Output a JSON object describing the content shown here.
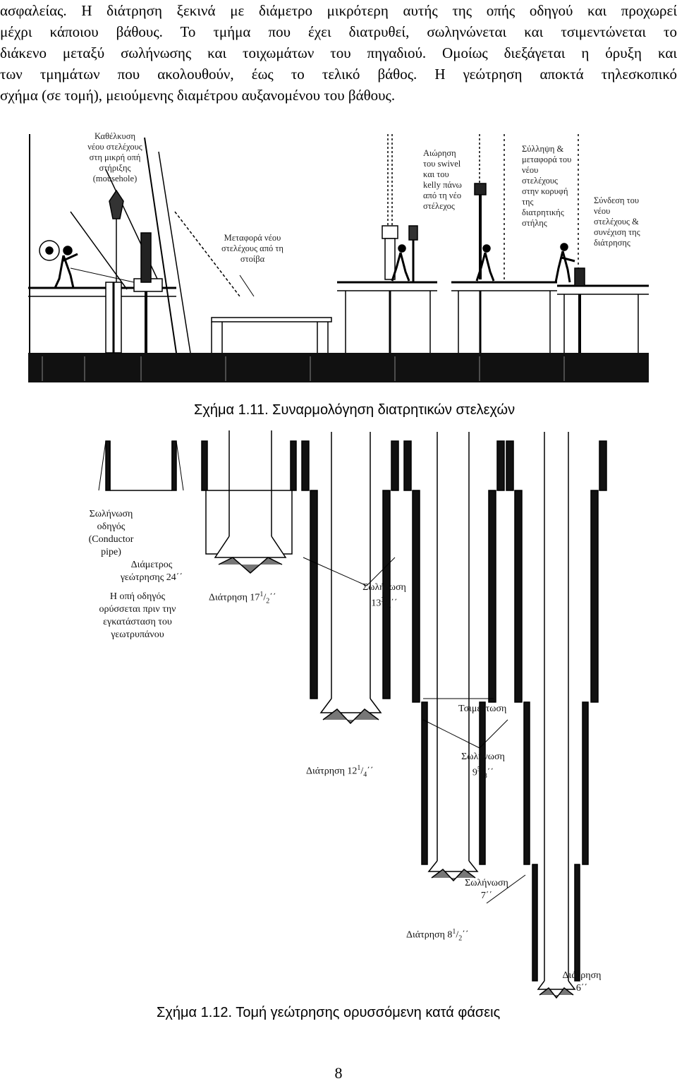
{
  "paragraph": [
    "ασφαλείας. Η διάτρηση ξεκινά με διάμετρο μικρότερη αυτής της οπής οδηγού και προχωρεί",
    "μέχρι κάποιου βάθους. Το τμήμα που έχει διατρυθεί, σωληνώνεται και τσιμεντώνεται το",
    "διάκενο μεταξύ σωλήνωσης και τοιχωμάτων του πηγαδιού. Ομοίως διεξάγεται η όρυξη και",
    "των τμημάτων που ακολουθούν, έως το τελικό βάθος. Η γεώτρηση αποκτά τηλεσκοπικό",
    "σχήμα (σε τομή), μειούμενης διαμέτρου αυξανομένου του βάθους."
  ],
  "figure1": {
    "caption": "Σχήμα 1.11. Συναρμολόγηση διατρητικών στελεχών",
    "labels": {
      "a": [
        "Καθέλκυση",
        "νέου στελέχους",
        "στη μικρή οπή",
        "στήριξης",
        "(mousehole)"
      ],
      "b": [
        "Μεταφορά νέου",
        "στελέχους από τη",
        "στοίβα"
      ],
      "c": [
        "Αιώρηση",
        "του swivel",
        "και του",
        "kelly πάνω",
        "από τη νέο",
        "στέλεχος"
      ],
      "d": [
        "Σύλληψη &",
        "μεταφορά του",
        "νέου",
        "στελέχους",
        "στην κορυφή",
        "της",
        "διατρητικής",
        "στήλης"
      ],
      "e": [
        "Σύνδεση του",
        "νέου",
        "στελέχους &",
        "συνέχιση της",
        "διάτρησης"
      ]
    }
  },
  "figure2": {
    "caption": "Σχήμα 1.12. Τομή γεώτρησης ορυσσόμενη κατά φάσεις",
    "labels": {
      "conductor": [
        "Σωλήνωση",
        "οδηγός",
        "(Conductor",
        "pipe)"
      ],
      "diam24": [
        "Διάμετρος",
        "γεώτρησης 24΄΄"
      ],
      "hole": [
        "Η οπή οδηγός",
        "ορύσσεται πριν την",
        "εγκατάσταση του",
        "γεωτρυπάνου"
      ],
      "d17": {
        "text": "Διάτρηση 17",
        "num": "1",
        "den": "2",
        "unit": "΄΄"
      },
      "c13": {
        "title": "Σωλήνωση",
        "text": "13",
        "num": "3",
        "den": "8",
        "unit": "΄΄"
      },
      "cement": "Τσιμέντωση",
      "d12": {
        "text": "Διάτρηση 12",
        "num": "1",
        "den": "4",
        "unit": "΄΄"
      },
      "c9": {
        "title": "Σωλήνωση",
        "text": "9",
        "num": "5",
        "den": "8",
        "unit": "΄΄"
      },
      "c7": {
        "title": "Σωλήνωση",
        "text": "7΄΄"
      },
      "d8": {
        "text": "Διάτρηση 8",
        "num": "1",
        "den": "2",
        "unit": "΄΄"
      },
      "d6": {
        "title": "Διάτρηση",
        "text": "6΄΄"
      }
    }
  },
  "page_number": "8"
}
